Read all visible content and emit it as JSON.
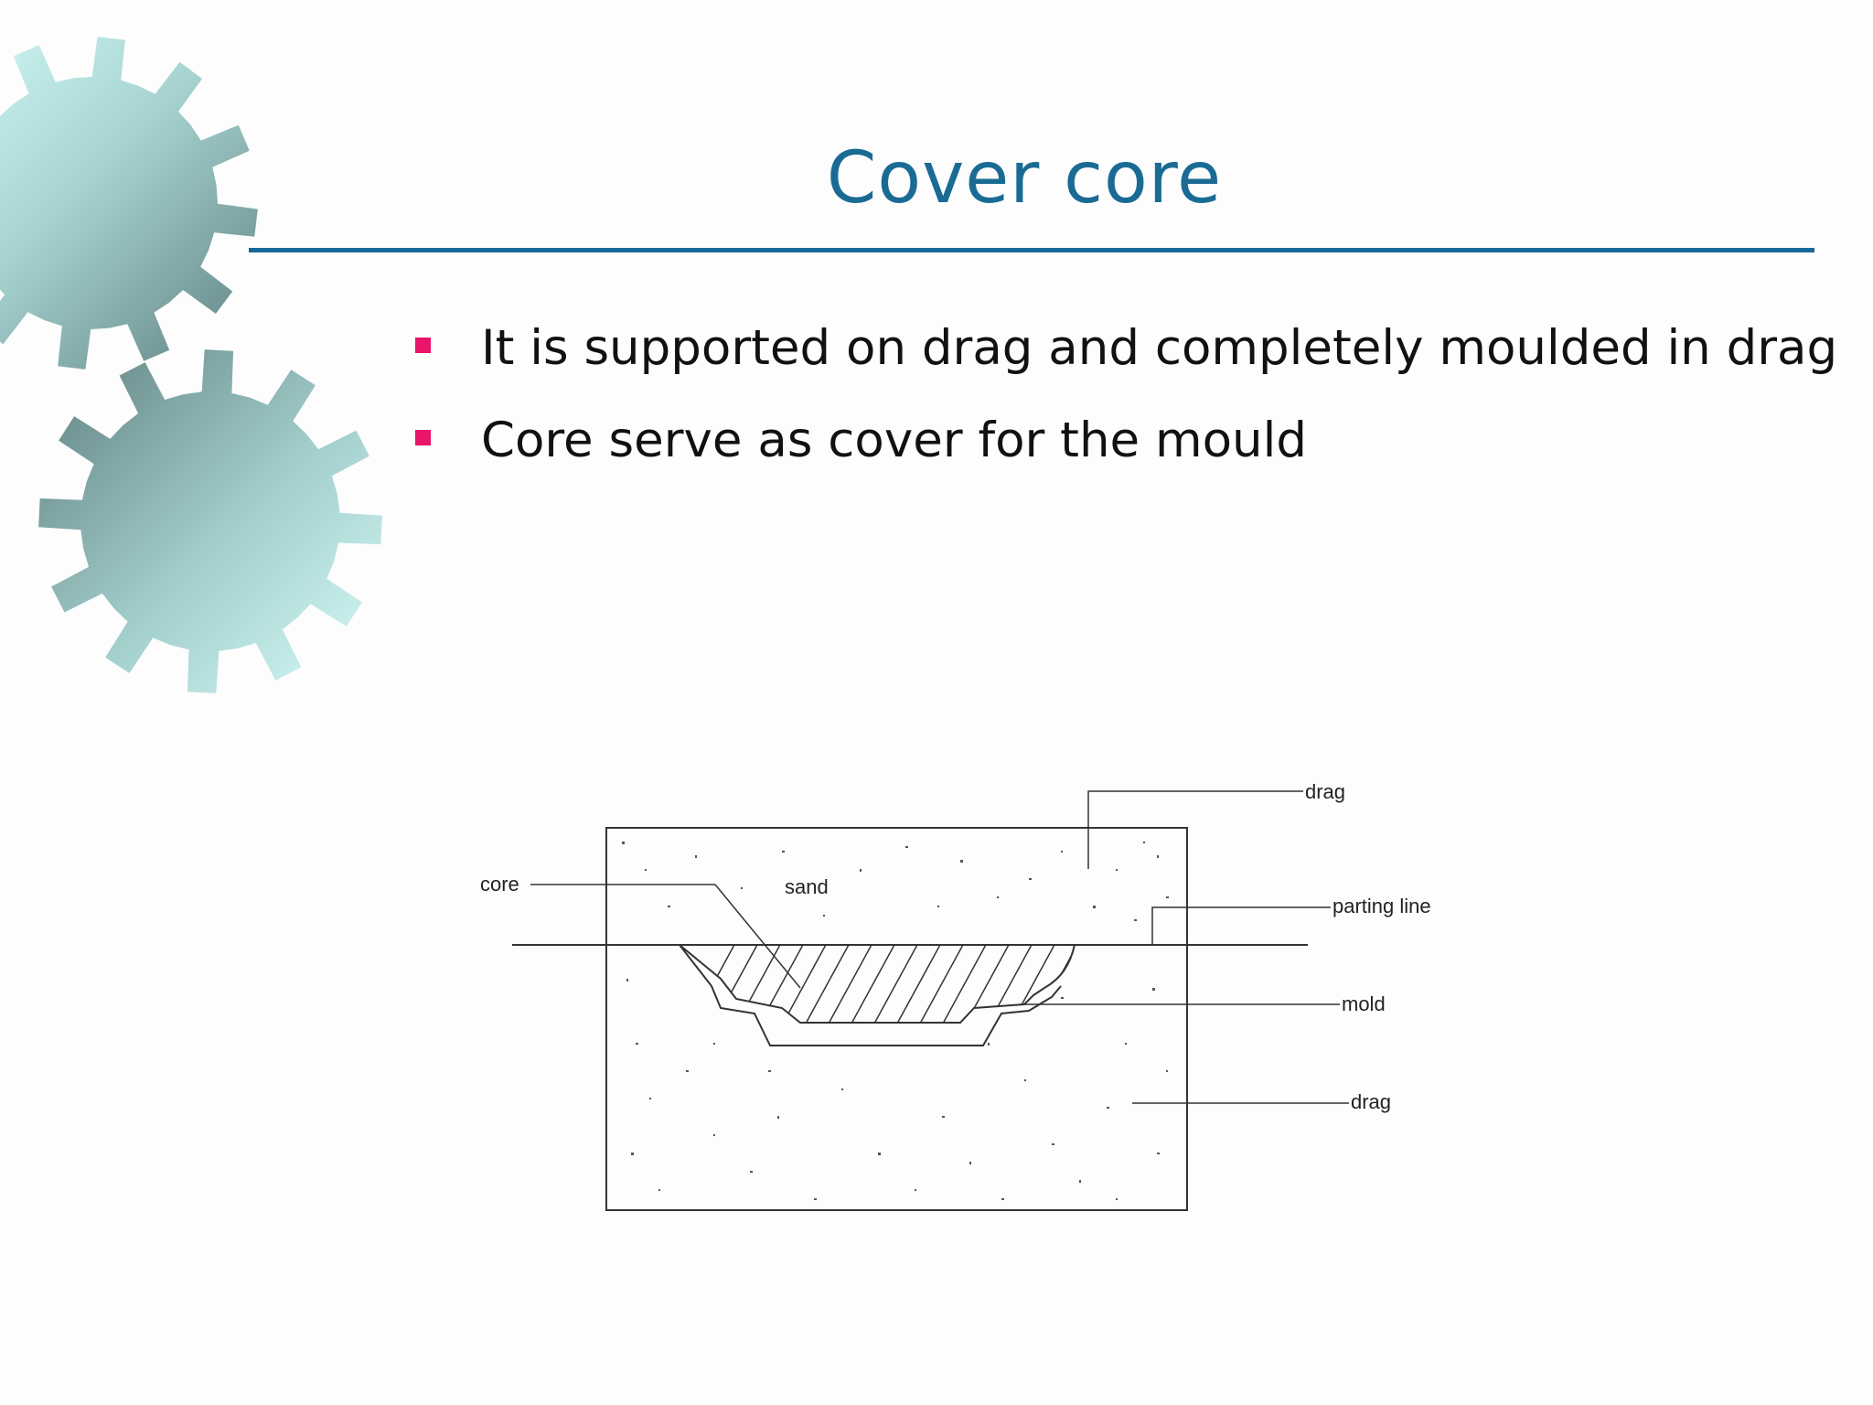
{
  "slide": {
    "title": "Cover core",
    "bullets": [
      "It is supported on drag and completely moulded in drag",
      "Core serve as cover for the mould"
    ]
  },
  "figure": {
    "labels": {
      "drag_top": "drag",
      "core": "core",
      "sand": "sand",
      "parting_line": "parting line",
      "mold": "mold",
      "drag_bottom": "drag"
    }
  },
  "colors": {
    "title": "#1a6b94",
    "rule": "#17689a",
    "bullet_marker": "#e8156a",
    "gear_light": "#c9f6f4",
    "gear_dark": "#6f8e8e"
  },
  "icons": [
    "gear-icon",
    "gear-icon"
  ]
}
